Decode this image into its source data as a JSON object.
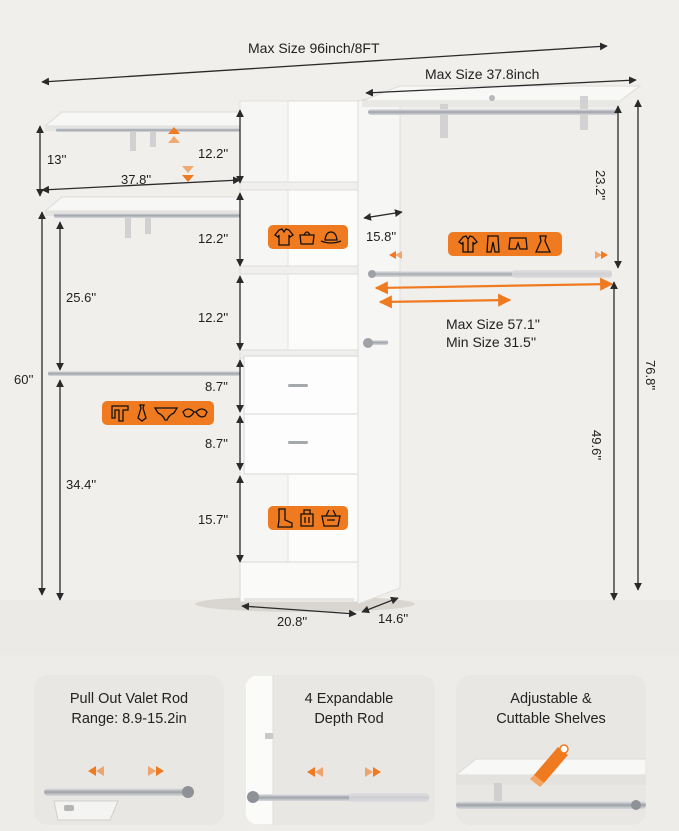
{
  "dimensions": {
    "max_total": "Max Size 96inch/8FT",
    "max_right": "Max Size 37.8inch",
    "top_shelf_gap": "13''",
    "left_width": "37.8''",
    "tower_shelf_1": "12.2''",
    "tower_shelf_2": "12.2''",
    "tower_shelf_3": "12.2''",
    "left_rod_gap": "25.6''",
    "left_height": "60''",
    "drawer_1": "8.7''",
    "drawer_2": "8.7''",
    "left_bottom": "34.4''",
    "bottom_cubby": "15.7''",
    "tower_width": "20.8''",
    "tower_depth": "14.6''",
    "right_upper": "23.2''",
    "right_total": "76.8''",
    "right_lower": "49.6''",
    "rod_depth": "15.8''",
    "rod_max": "Max Size 57.1''",
    "rod_min": "Min Size 31.5''"
  },
  "badges": [
    {
      "name": "accessories-badge",
      "icons": [
        "jacket-icon",
        "handbag-icon",
        "hat-icon"
      ]
    },
    {
      "name": "long-garments-badge",
      "icons": [
        "coat-icon",
        "trousers-icon",
        "shorts-icon",
        "dress-icon"
      ]
    },
    {
      "name": "small-items-badge",
      "icons": [
        "scarf-icon",
        "tie-icon",
        "underwear-icon",
        "bra-icon"
      ]
    },
    {
      "name": "storage-badge",
      "icons": [
        "boot-icon",
        "luggage-icon",
        "basket-icon"
      ]
    }
  ],
  "features": [
    {
      "title": "Pull Out Valet Rod",
      "subtitle": "Range: 8.9-15.2in"
    },
    {
      "title": "4 Expandable",
      "subtitle": "Depth Rod"
    },
    {
      "title": "Adjustable &",
      "subtitle": "Cuttable Shelves"
    }
  ],
  "colors": {
    "accent": "#f07a1f",
    "wood": "#fbfbfa",
    "chrome": "#b9bcc0",
    "dim_line": "#2a2a2a"
  }
}
